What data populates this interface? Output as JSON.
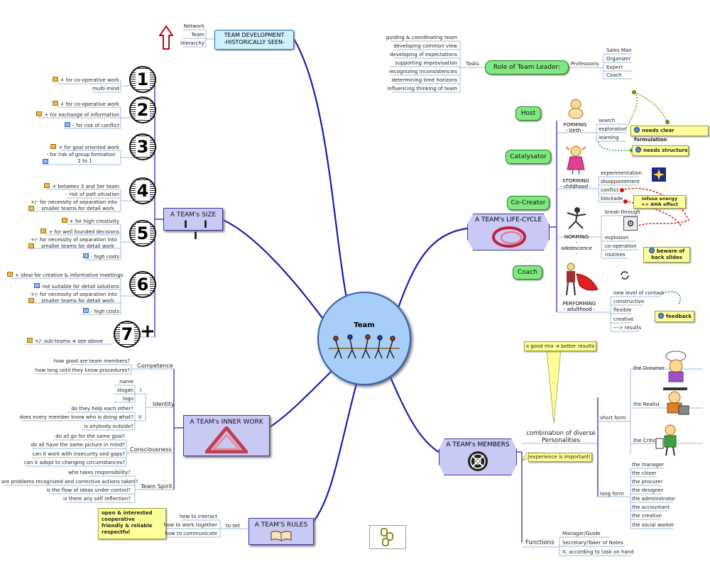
{
  "center": {
    "label": "Team"
  },
  "team_development": {
    "title_line1": "TEAM DEVELOPMENT",
    "title_line2": "-HISTORICALLY SEEN-",
    "items": [
      "Network",
      "Team",
      "Hierarchy"
    ]
  },
  "team_leader": {
    "title": "Role of Team Leader:",
    "tasks_label": "Tasks",
    "tasks": [
      "guiding & coordinating team",
      "developing common view",
      "developing of expectations",
      "supporting improvisation",
      "recognizing inconsistencies",
      "determining time horizons",
      "influencing thinking of team"
    ],
    "professions_label": "Professions",
    "professions": [
      "Sales Man",
      "Organizer",
      "Expert",
      "Coach"
    ]
  },
  "team_size": {
    "title": "A TEAM's SIZE",
    "numbers": [
      "1",
      "2",
      "3",
      "4",
      "5",
      "6",
      "7"
    ],
    "plus_sign": "+",
    "g1": [
      "+ for co-operative work",
      "multi-mind"
    ],
    "g2": [
      "+ for co-operative work",
      "+ for exchange of information",
      "- for risk of conflict"
    ],
    "g3": [
      "+ for goal oriented work",
      "- for risk of group formation",
      "2 to 1"
    ],
    "g4": [
      "+ between 3 and 5er team",
      "- risk of patt situation",
      "+/- for necessity of separation into",
      "smaller teams for detail work"
    ],
    "g5": [
      "+ for high creativity",
      "+ for well founded decisions",
      "+/- for necessity of separation into",
      "smaller teams for detail work",
      "- high costs"
    ],
    "g6": [
      "+ ideal for creative & informative meetings",
      "not suitable for detail solutions",
      "+/- for necessity of separation into",
      "smaller teams for detail work",
      "- high costs"
    ],
    "g7": [
      "+/- sub-teams",
      "see above"
    ]
  },
  "inner_work": {
    "title": "A TEAM's INNER WORK",
    "competence": {
      "label": "Competence",
      "items": [
        "how good are team members?",
        "how long until they know procedures?"
      ]
    },
    "identity": {
      "label": "Identity",
      "roman1": "I",
      "roman2": "II",
      "items_a": [
        "name",
        "slogan",
        "logo"
      ],
      "items_b": [
        "do they help each other?",
        "does every member know who is doing what?",
        "is anybody outside?"
      ]
    },
    "consciousness": {
      "label": "Consciousness",
      "items": [
        "do all go for the same goal?",
        "do all have the same picture in mind?",
        "can it work with insecurity and gaps?",
        "can it adopt to changing circumstances?"
      ]
    },
    "team_spirit": {
      "label": "Team Spirit",
      "items": [
        "who takes responsibility?",
        "are problems recognized and corrective actions taken?",
        "is the flow of ideas under control?",
        "is there any self reflection?"
      ]
    }
  },
  "rules": {
    "title": "A TEAM'S RULES",
    "to_set": "to set",
    "items": [
      "how to interact",
      "how to work together",
      "how to communicate"
    ],
    "note": [
      "open & interested",
      "cooperative",
      "friendly & reliable",
      "respectful"
    ]
  },
  "lifecycle": {
    "title": "A TEAM's LIFE-CYCLE",
    "roles": [
      "Host",
      "Catalysator",
      "Co-Creator",
      "Coach"
    ],
    "stages": [
      {
        "name": "FORMING",
        "sub": "- birth -",
        "items": [
          "search",
          "exploration",
          "learning"
        ]
      },
      {
        "name": "STORMING",
        "sub": "- childhood -",
        "items": [
          "experimentation",
          "disappointment",
          "conflict",
          "blockade"
        ]
      },
      {
        "name": "NORMING",
        "sub": "- adolescence -",
        "items": [
          "break-through",
          "explosion",
          "co-operation",
          "routines"
        ]
      },
      {
        "name": "PERFORMING",
        "sub": "- adulthood -",
        "items": [
          "new level of contact",
          "constructive",
          "flexible",
          "creative",
          "---> results"
        ]
      }
    ],
    "notes": {
      "clear": "needs clear formulation",
      "structure": "needs structure",
      "infuse1": "infuse energy",
      "infuse2": ">> AHA effect",
      "beware1": "beware of",
      "beware2": "back slides",
      "feedback": "feedback"
    }
  },
  "members": {
    "title": "A TEAM's MEMBERS",
    "good_mix": "a good mix",
    "better": "better results",
    "combination1": "combination of diverse",
    "combination2": "Personalities",
    "experience": "experience is important!",
    "short_form": "short form",
    "short_items": [
      "the Dreamer",
      "the Realist",
      "the Critic"
    ],
    "long_form": "long form",
    "long_items": [
      "the manager",
      "the closer",
      "the procurer",
      "the designer",
      "the administrator",
      "the accountant",
      "the creative",
      "the social worker"
    ],
    "functions": "Functions",
    "function_items": [
      "Manager/Guide",
      "Secretary/Taker of Notes",
      "X, according to task on hand"
    ]
  }
}
